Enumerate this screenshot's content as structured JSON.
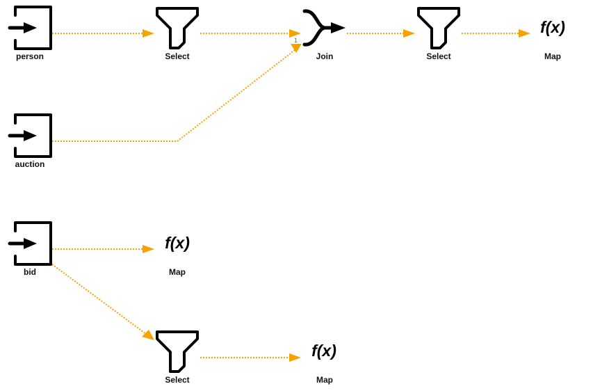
{
  "diagram": {
    "nodes": {
      "person": {
        "type": "source",
        "label": "person"
      },
      "auction": {
        "type": "source",
        "label": "auction"
      },
      "bid": {
        "type": "source",
        "label": "bid"
      },
      "select1": {
        "type": "filter",
        "label": "Select"
      },
      "join": {
        "type": "join",
        "label": "Join",
        "port": "1"
      },
      "select2": {
        "type": "filter",
        "label": "Select"
      },
      "map1": {
        "type": "map",
        "symbol": "f(x)",
        "label": "Map"
      },
      "map2": {
        "type": "map",
        "symbol": "f(x)",
        "label": "Map"
      },
      "select3": {
        "type": "filter",
        "label": "Select"
      },
      "map3": {
        "type": "map",
        "symbol": "f(x)",
        "label": "Map"
      }
    },
    "edges": [
      [
        "person",
        "select1"
      ],
      [
        "select1",
        "join"
      ],
      [
        "auction",
        "join"
      ],
      [
        "join",
        "select2"
      ],
      [
        "select2",
        "map1"
      ],
      [
        "bid",
        "map2"
      ],
      [
        "bid",
        "select3"
      ],
      [
        "select3",
        "map3"
      ]
    ],
    "colors": {
      "edge": "#f5a300",
      "icon": "#000000",
      "port": "#2a8a2a"
    }
  }
}
